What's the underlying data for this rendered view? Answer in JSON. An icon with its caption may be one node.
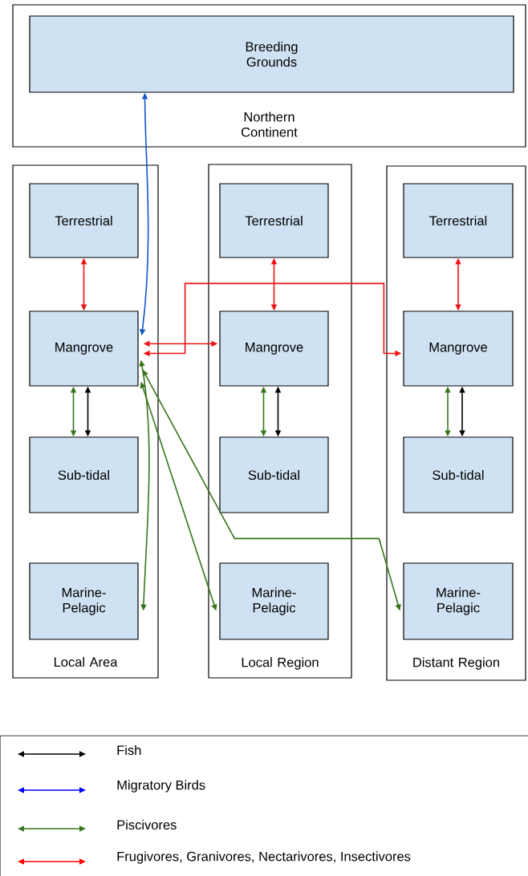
{
  "diagram": {
    "nodes": [
      {
        "text": [
          "Northern Continent"
        ]
      },
      {
        "text": [
          "Breeding Grounds"
        ],
        "in": 0
      },
      {
        "text": [
          "Local Area"
        ]
      },
      {
        "text": [
          "Terrestrial"
        ],
        "in": 2
      },
      {
        "text": [
          "Mangrove"
        ],
        "in": 2
      },
      {
        "text": [
          "Sub-tidal"
        ],
        "in": 2
      },
      {
        "text": [
          "Marine-Pelagic"
        ],
        "in": 2
      },
      {
        "text": [
          "Local Region"
        ]
      },
      {
        "text": [
          "Terrestrial"
        ],
        "in": 7
      },
      {
        "text": [
          "Mangrove"
        ],
        "in": 7
      },
      {
        "text": [
          "Sub-tidal"
        ],
        "in": 7
      },
      {
        "text": [
          "Marine-Pelagic"
        ],
        "in": 7
      },
      {
        "text": [
          "Distant Region"
        ]
      },
      {
        "text": [
          "Terrestrial"
        ],
        "in": 12
      },
      {
        "text": [
          "Mangrove"
        ],
        "in": 12
      },
      {
        "text": [
          "Sub-tidal"
        ],
        "in": 12
      },
      {
        "text": [
          "Marine-Pelagic"
        ],
        "in": 12
      }
    ],
    "edges": [
      {
        "from": 4,
        "to": 1,
        "arrow": "both",
        "color": "#1155cc"
      },
      {
        "from": 3,
        "to": 4,
        "arrow": "both",
        "color": "#ee1111"
      },
      {
        "from": 8,
        "to": 9,
        "arrow": "both",
        "color": "#ee1111"
      },
      {
        "from": 13,
        "to": 14,
        "arrow": "both",
        "color": "#ee1111"
      },
      {
        "from": 4,
        "to": 9,
        "arrow": "both",
        "color": "#ee1111"
      },
      {
        "from": 4,
        "to": 14,
        "arrow": "both",
        "color": "#ee1111"
      },
      {
        "from": 4,
        "to": 5,
        "arrow": "both"
      },
      {
        "from": 4,
        "to": 5,
        "arrow": "both",
        "color": "#000000"
      },
      {
        "from": 9,
        "to": 10,
        "arrow": "both"
      },
      {
        "from": 9,
        "to": 10,
        "arrow": "both",
        "color": "#000000"
      },
      {
        "from": 14,
        "to": 15,
        "arrow": "both"
      },
      {
        "from": 14,
        "to": 15,
        "arrow": "both",
        "color": "#000000"
      },
      {
        "from": 4,
        "to": 6,
        "arrow": "both"
      },
      {
        "from": 4,
        "to": 11,
        "arrow": "both"
      },
      {
        "from": 4,
        "to": 16,
        "arrow": "both"
      }
    ],
    "legend": [
      {
        "text": "Fish"
      },
      {
        "text": "Migratory Birds"
      },
      {
        "text": "Piscivores"
      },
      {
        "text": "Frugivores, Granivores, Nectarivores, Insectivores"
      }
    ]
  }
}
